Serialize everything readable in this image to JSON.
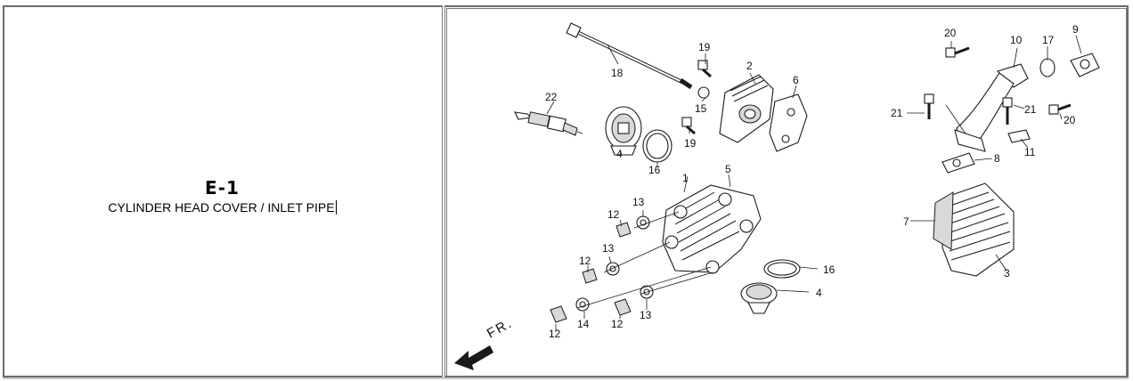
{
  "section": {
    "code": "E-1",
    "title": "CYLINDER HEAD COVER / INLET PIPE"
  },
  "diagram": {
    "direction_label": "FR.",
    "callouts": [
      {
        "id": "c1",
        "text": "1"
      },
      {
        "id": "c2",
        "text": "2"
      },
      {
        "id": "c3",
        "text": "3"
      },
      {
        "id": "c4a",
        "text": "4"
      },
      {
        "id": "c4b",
        "text": "4"
      },
      {
        "id": "c5",
        "text": "5"
      },
      {
        "id": "c6",
        "text": "6"
      },
      {
        "id": "c7",
        "text": "7"
      },
      {
        "id": "c8",
        "text": "8"
      },
      {
        "id": "c9",
        "text": "9"
      },
      {
        "id": "c10",
        "text": "10"
      },
      {
        "id": "c11",
        "text": "11"
      },
      {
        "id": "c12a",
        "text": "12"
      },
      {
        "id": "c12b",
        "text": "12"
      },
      {
        "id": "c12c",
        "text": "12"
      },
      {
        "id": "c12d",
        "text": "12"
      },
      {
        "id": "c13a",
        "text": "13"
      },
      {
        "id": "c13b",
        "text": "13"
      },
      {
        "id": "c13c",
        "text": "13"
      },
      {
        "id": "c14",
        "text": "14"
      },
      {
        "id": "c15",
        "text": "15"
      },
      {
        "id": "c16a",
        "text": "16"
      },
      {
        "id": "c16b",
        "text": "16"
      },
      {
        "id": "c17",
        "text": "17"
      },
      {
        "id": "c18",
        "text": "18"
      },
      {
        "id": "c19a",
        "text": "19"
      },
      {
        "id": "c19b",
        "text": "19"
      },
      {
        "id": "c20a",
        "text": "20"
      },
      {
        "id": "c20b",
        "text": "20"
      },
      {
        "id": "c21a",
        "text": "21"
      },
      {
        "id": "c21b",
        "text": "21"
      },
      {
        "id": "c22",
        "text": "22"
      }
    ]
  }
}
